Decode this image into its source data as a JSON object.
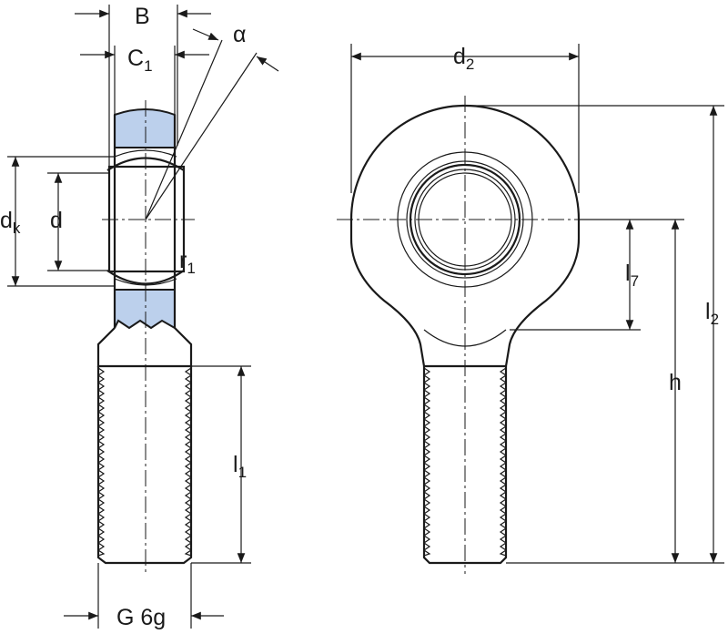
{
  "labels": {
    "B": "B",
    "C_main": "C",
    "C_sub": "1",
    "alpha": "α",
    "dk_main": "d",
    "dk_sub": "k",
    "d": "d",
    "r_main": "r",
    "r_sub": "1",
    "l1_main": "l",
    "l1_sub": "1",
    "thread": "G 6g",
    "d2_main": "d",
    "d2_sub": "2",
    "l7_main": "l",
    "l7_sub": "7",
    "h": "h",
    "l2_main": "l",
    "l2_sub": "2"
  },
  "colors": {
    "line": "#1a1a1a",
    "bearing_fill": "#bcd0ec",
    "background": "#ffffff"
  }
}
